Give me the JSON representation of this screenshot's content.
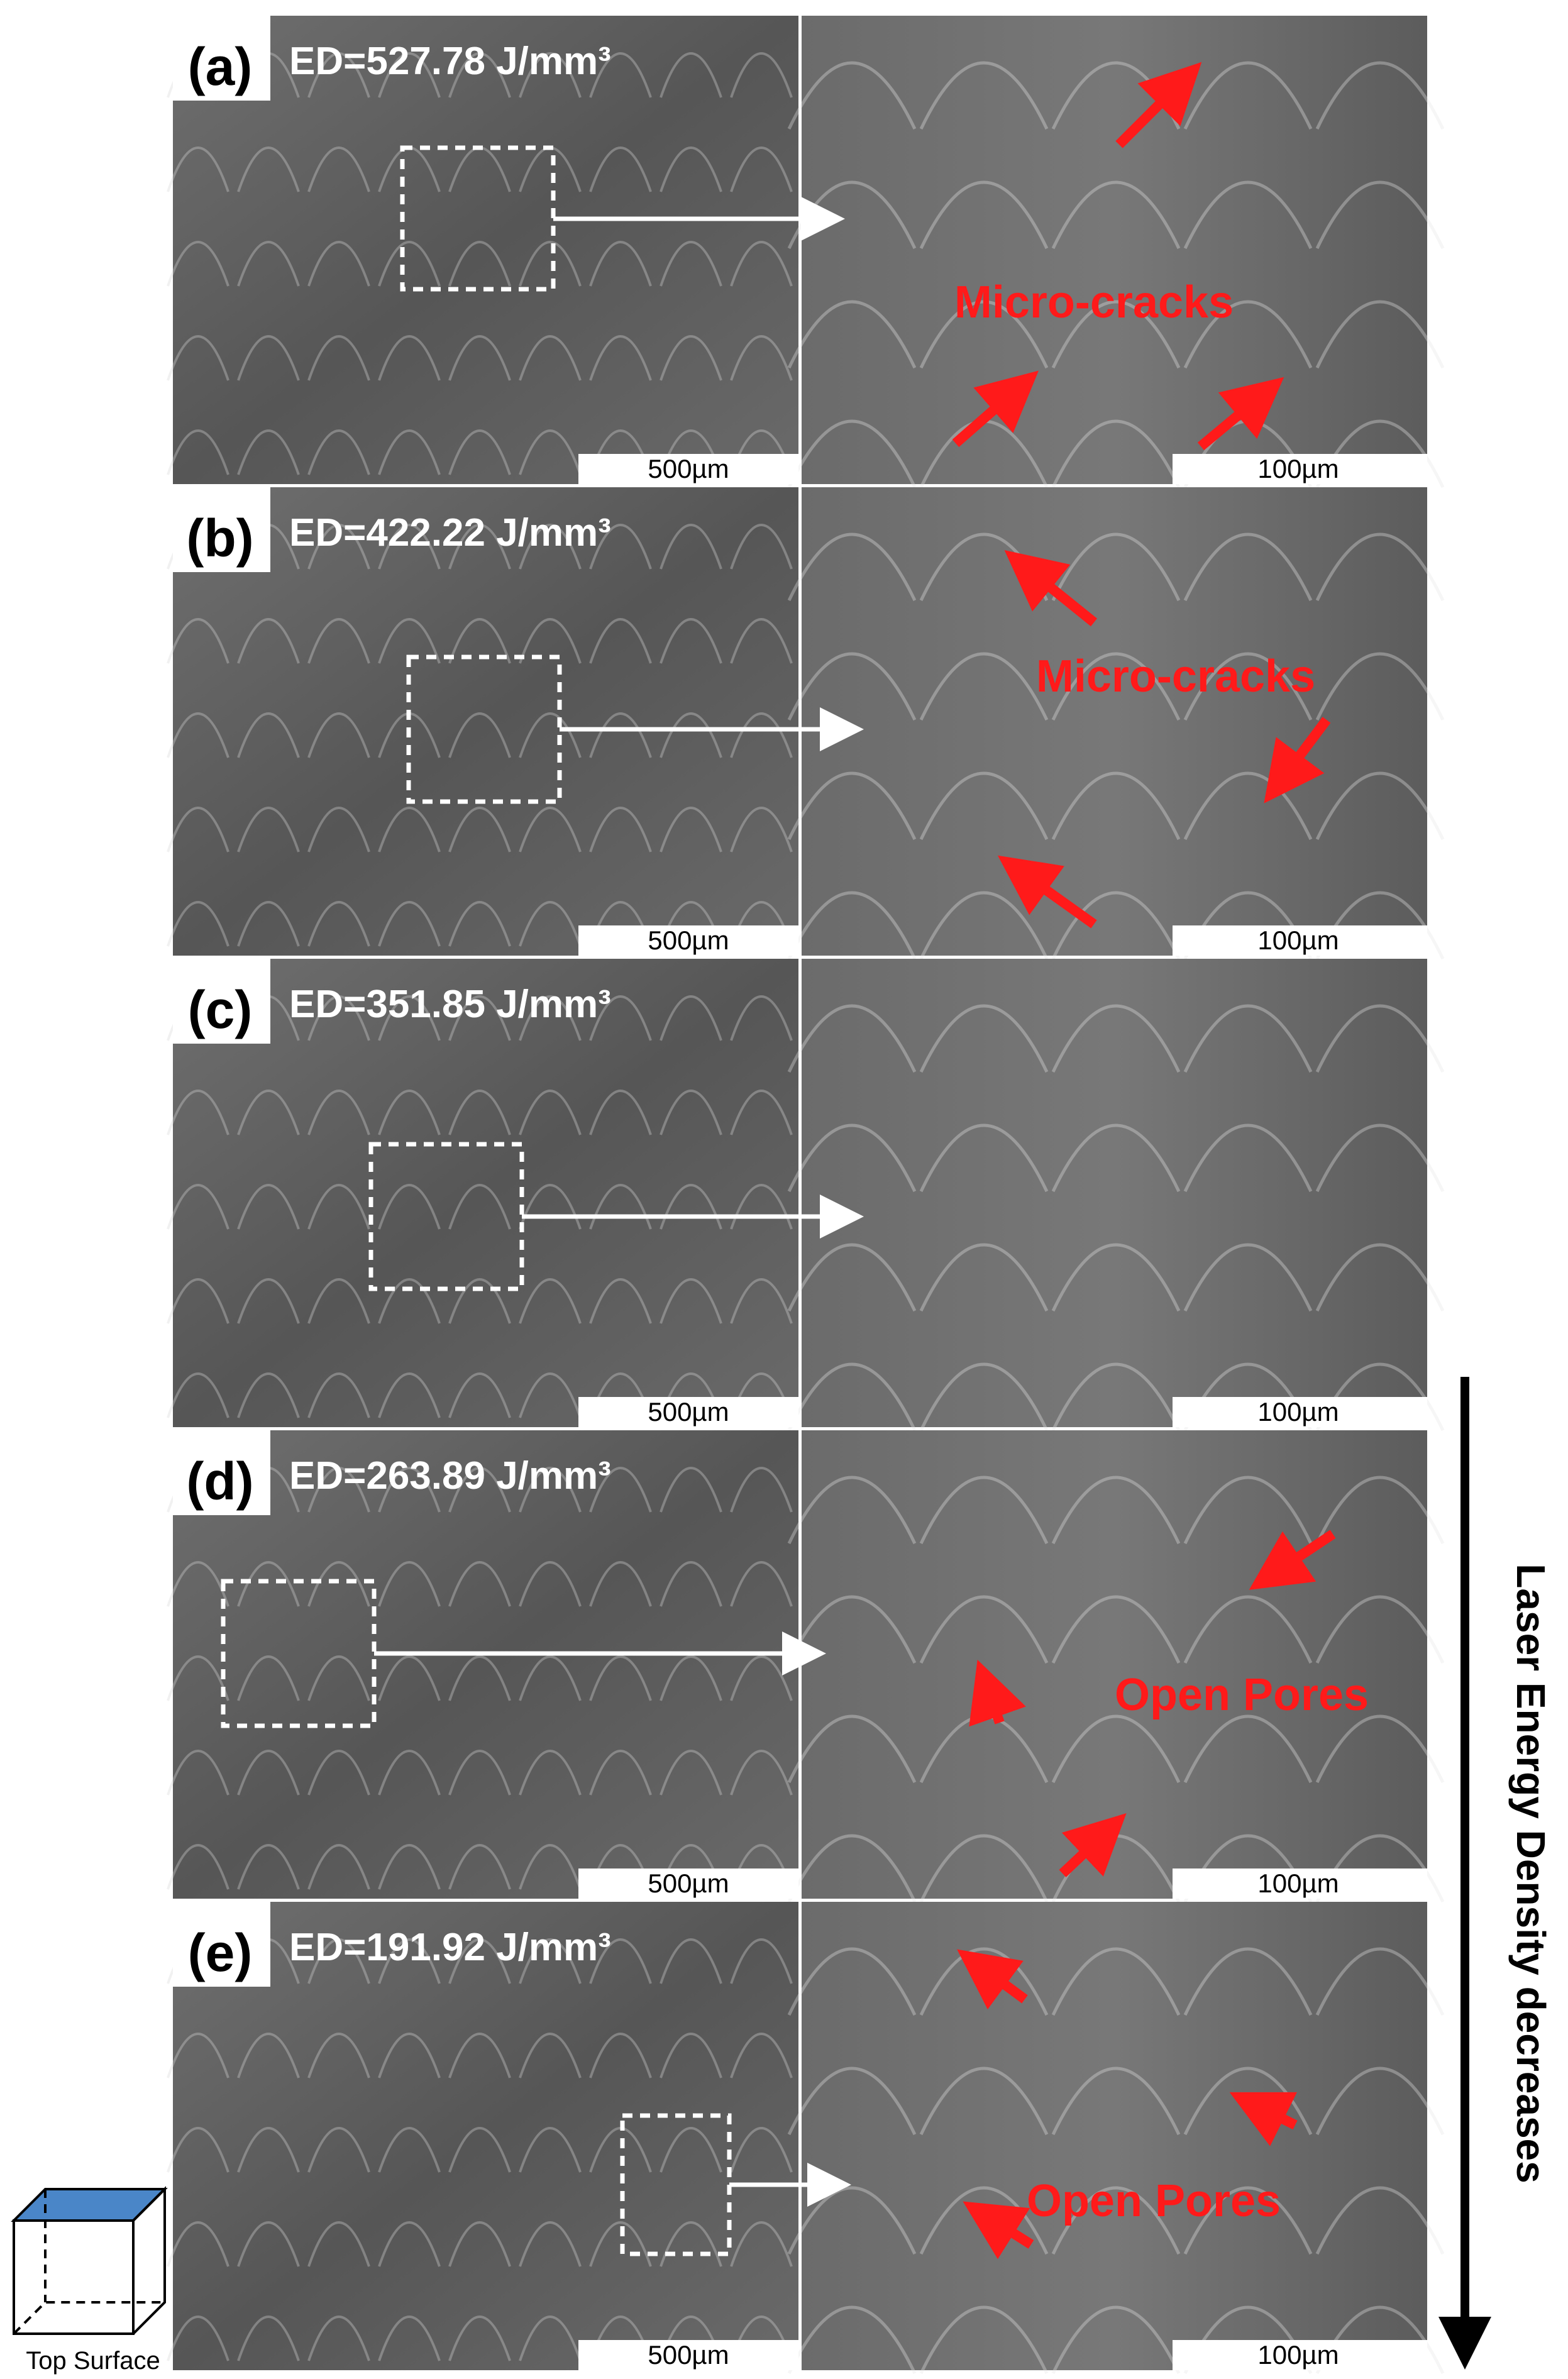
{
  "panels": [
    {
      "label": "(a)",
      "energy_density": "ED=527.78 J/mm³",
      "scale_low": "500µm",
      "scale_high": "100µm",
      "annotation": "Micro-cracks"
    },
    {
      "label": "(b)",
      "energy_density": "ED=422.22 J/mm³",
      "scale_low": "500µm",
      "scale_high": "100µm",
      "annotation": "Micro-cracks"
    },
    {
      "label": "(c)",
      "energy_density": "ED=351.85 J/mm³",
      "scale_low": "500µm",
      "scale_high": "100µm",
      "annotation": ""
    },
    {
      "label": "(d)",
      "energy_density": "ED=263.89 J/mm³",
      "scale_low": "500µm",
      "scale_high": "100µm",
      "annotation": "Open Pores"
    },
    {
      "label": "(e)",
      "energy_density": "ED=191.92 J/mm³",
      "scale_low": "500µm",
      "scale_high": "100µm",
      "annotation": "Open Pores"
    }
  ],
  "side_label": "Laser Energy Density decreases",
  "inset": {
    "label": "Top Surface",
    "top_face_color": "#4a86c8"
  },
  "colors": {
    "annotation": "#ff1a1a",
    "background": "#ffffff",
    "micrograph": "#5e5e5e"
  }
}
